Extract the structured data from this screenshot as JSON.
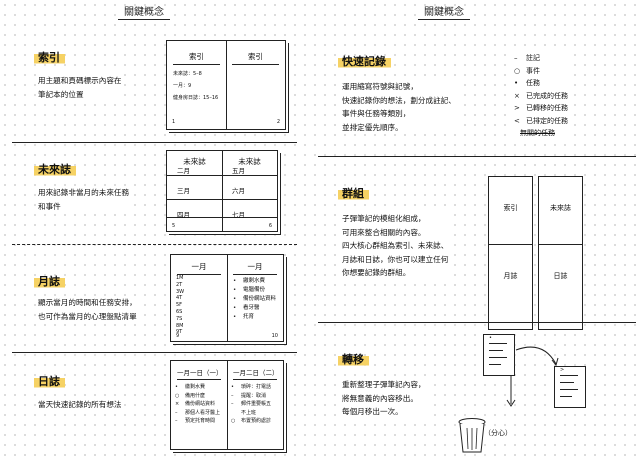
{
  "left": {
    "title": "關鍵概念",
    "sections": [
      {
        "label": "索引",
        "desc": [
          "用主題和頁碼標示內容在",
          "筆記本的位置"
        ],
        "book": {
          "left_title": "索引",
          "right_title": "索引",
          "left_lines": [
            "未來誌：5–8",
            "一月：9",
            "健身房日誌：15–16"
          ],
          "left_page": "1",
          "right_page": "2"
        }
      },
      {
        "label": "未來誌",
        "desc": [
          "用來記錄非當月的未來任務",
          "和事件"
        ],
        "book": {
          "left_title": "未來誌",
          "right_title": "未來誌",
          "left_months": [
            "二月",
            "三月",
            "四月"
          ],
          "right_months": [
            "五月",
            "六月",
            "七月"
          ],
          "left_page": "5",
          "right_page": "6"
        }
      },
      {
        "label": "月誌",
        "desc": [
          "顯示當月的時間和任務安排，",
          "也可作為當月的心理盤點清單"
        ],
        "book": {
          "left_title": "一月",
          "right_title": "一月",
          "days": [
            "1M",
            "2T",
            "3W",
            "4T",
            "5F",
            "6S",
            "7S",
            "8M",
            "9T"
          ],
          "tasks": [
            "繳剩水費",
            "電腦備份",
            "備份網站資料",
            "看牙醫",
            "托育"
          ],
          "left_page": "9",
          "right_page": "10"
        }
      },
      {
        "label": "日誌",
        "desc": [
          "當天快速記錄的所有想法"
        ],
        "book": {
          "left_title": "一月一日（一）",
          "right_title": "一月二日（二）",
          "left_items": [
            [
              "•",
              "繳剩水費"
            ],
            [
              "○",
              "備用什麼"
            ],
            [
              "×",
              "備份網站資料"
            ],
            [
              "–",
              "那個人看牙醫上"
            ],
            [
              "–",
              "預定托育時間"
            ]
          ],
          "right_items": [
            [
              "•",
              "瑣碎：打電話"
            ],
            [
              "–",
              "提醒：取消"
            ],
            [
              "–",
              "郵件重要帳五"
            ],
            [
              "",
              "不上班"
            ],
            [
              "○",
              "布置預約處診"
            ]
          ]
        }
      }
    ]
  },
  "right": {
    "title": "關鍵概念",
    "rapid": {
      "label": "快速記錄",
      "desc": [
        "運用縮寫符號與記號，",
        "快速記錄你的想法，劃分成註記、",
        "事件與任務等類別，",
        "並排定優先順序。"
      ],
      "legend": [
        {
          "sym": "–",
          "text": "註記",
          "strike": false
        },
        {
          "sym": "○",
          "text": "事件",
          "strike": false
        },
        {
          "sym": "•",
          "text": "任務",
          "strike": false
        },
        {
          "sym": "×",
          "text": "已完成的任務",
          "strike": false
        },
        {
          "sym": ">",
          "text": "已轉移的任務",
          "strike": false
        },
        {
          "sym": "<",
          "text": "已排定的任務",
          "strike": false
        },
        {
          "sym": "",
          "text": "無關的任務",
          "strike": true
        }
      ]
    },
    "modules": {
      "label": "群組",
      "desc": [
        "子彈筆記的模組化組成，",
        "可用來整合相關的內容。",
        "四大核心群組為索引、未來誌、",
        "月誌和日誌，你也可以建立任何",
        "你想要記錄的群組。"
      ],
      "cards": [
        "索引",
        "未來誌",
        "月誌",
        "日誌"
      ]
    },
    "migration": {
      "label": "轉移",
      "desc": [
        "重新整理子彈筆記內容，",
        "將無意義的內容移出。",
        "每個月移出一次。"
      ],
      "note": "（分心）"
    }
  }
}
